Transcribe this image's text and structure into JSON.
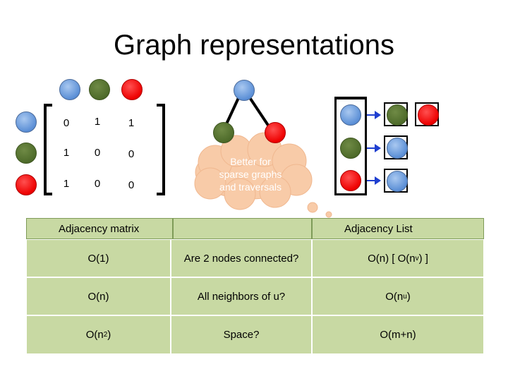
{
  "title": "Graph representations",
  "matrix": {
    "rows": [
      [
        "0",
        "1",
        "1"
      ],
      [
        "1",
        "0",
        "0"
      ],
      [
        "1",
        "0",
        "0"
      ]
    ],
    "label": "Adjacency matrix"
  },
  "cloud": {
    "line1": "Better for",
    "line2": "sparse graphs",
    "line3": "and traversals"
  },
  "list_label": "Adjacency List",
  "table": {
    "rows": [
      {
        "left": "O(1)",
        "mid": "Are 2 nodes connected?",
        "right_main": "O(n) [ O(n",
        "right_sub": "v",
        "right_tail": ") ]"
      },
      {
        "left": "O(n)",
        "mid": "All neighbors of u?",
        "right_main": "O(n",
        "right_sub": "u",
        "right_tail": ")"
      },
      {
        "left_main": "O(n",
        "left_sup": "2",
        "left_tail": ")",
        "mid": "Space?",
        "right_main": "O(m+n)"
      }
    ]
  },
  "colors": {
    "blue_node": "#5b8fd6",
    "green_node": "#4e6b2a",
    "red_node": "#ee0000",
    "table_fill": "#c8d9a3",
    "cloud_fill": "#f8cba8",
    "arrow": "#1f3fd0"
  }
}
